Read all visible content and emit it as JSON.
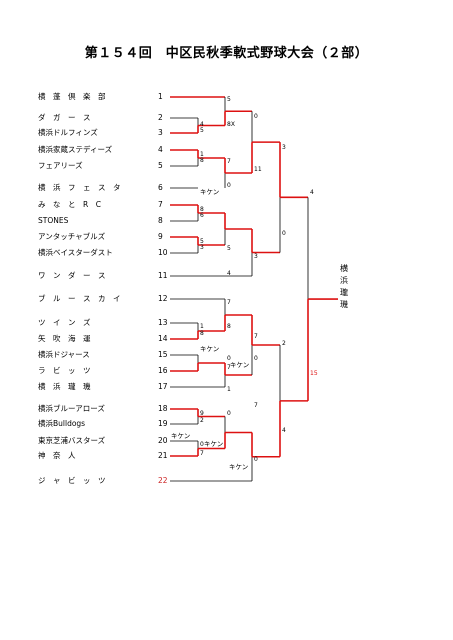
{
  "title": "第１５４回　中区民秋季軟式野球大会（２部）",
  "champion": "横浜瓏璣",
  "colors": {
    "line": "#000000",
    "winner": "#dd1111"
  },
  "teams": [
    {
      "seed": "1",
      "name": "横　蓬　倶　楽　部"
    },
    {
      "seed": "2",
      "name": "ダ　ガ　ー　ス"
    },
    {
      "seed": "3",
      "name": "横浜ドルフィンズ"
    },
    {
      "seed": "4",
      "name": "横浜家蔵ステディーズ"
    },
    {
      "seed": "5",
      "name": "フェアリーズ"
    },
    {
      "seed": "6",
      "name": "横　浜　フ　ェ　ス　タ"
    },
    {
      "seed": "7",
      "name": "み　な　と　R　C"
    },
    {
      "seed": "8",
      "name": "STONES"
    },
    {
      "seed": "9",
      "name": "アンタッチャブルズ"
    },
    {
      "seed": "10",
      "name": "横浜ベイスターダスト"
    },
    {
      "seed": "11",
      "name": "ワ　ン　ダ　ー　ス"
    },
    {
      "seed": "12",
      "name": "ブ　ル　ー　ス　カ　イ"
    },
    {
      "seed": "13",
      "name": "ツ　イ　ン　ズ"
    },
    {
      "seed": "14",
      "name": "矢　吹　海　運"
    },
    {
      "seed": "15",
      "name": "横浜ドジャース"
    },
    {
      "seed": "16",
      "name": "ラ　ビ　ッ　ツ"
    },
    {
      "seed": "17",
      "name": "横　浜　瓏　璣"
    },
    {
      "seed": "18",
      "name": "横浜ブルーアローズ"
    },
    {
      "seed": "19",
      "name": "横浜Bulldogs"
    },
    {
      "seed": "20",
      "name": "東京芝浦バスターズ"
    },
    {
      "seed": "21",
      "name": "神　奈　人"
    },
    {
      "seed": "22",
      "name": "ジ　ャ　ビ　ッ　ツ"
    }
  ],
  "scores": [
    {
      "id": "r1-1-top",
      "text": "5"
    },
    {
      "id": "r1-2-a",
      "text": "4"
    },
    {
      "id": "r1-2-b",
      "text": "5"
    },
    {
      "id": "r1-2-x",
      "text": "8X"
    },
    {
      "id": "r2-1-top",
      "text": "0"
    },
    {
      "id": "r1-3-a",
      "text": "1"
    },
    {
      "id": "r1-3-b",
      "text": "8"
    },
    {
      "id": "r1-4-a",
      "text": "7"
    },
    {
      "id": "r1-4-b",
      "text": "0"
    },
    {
      "id": "r2-2-b",
      "text": "11"
    },
    {
      "id": "r3-1-a",
      "text": "3"
    },
    {
      "id": "r1-5-a",
      "text": "8"
    },
    {
      "id": "r1-5-b",
      "text": "6"
    },
    {
      "id": "r1-6-a",
      "text": "5"
    },
    {
      "id": "r1-6-b",
      "text": "3"
    },
    {
      "id": "r2-3-a",
      "text": "5"
    },
    {
      "id": "r2-3-b",
      "text": "3"
    },
    {
      "id": "r1-7-b",
      "text": "4"
    },
    {
      "id": "r3-1-b",
      "text": "0"
    },
    {
      "id": "final-a",
      "text": "4"
    },
    {
      "id": "r2-4-a",
      "text": "7"
    },
    {
      "id": "r1-8-a",
      "text": "1"
    },
    {
      "id": "r1-8-b",
      "text": "8"
    },
    {
      "id": "r2-4-b",
      "text": "8"
    },
    {
      "id": "r3-2-a",
      "text": "7"
    },
    {
      "id": "r1-9-a",
      "text": "0"
    },
    {
      "id": "r1-9-b",
      "text": "7"
    },
    {
      "id": "r2-5-b",
      "text": "0"
    },
    {
      "id": "r4-1-a",
      "text": "2"
    },
    {
      "id": "r2-6-a",
      "text": "1"
    },
    {
      "id": "r1-10-a",
      "text": "9"
    },
    {
      "id": "r1-10-b",
      "text": "2"
    },
    {
      "id": "r2-6-b",
      "text": "0"
    },
    {
      "id": "r3-3-a",
      "text": "7"
    },
    {
      "id": "r1-11-a",
      "text": "0"
    },
    {
      "id": "r1-11-b",
      "text": "7"
    },
    {
      "id": "r3-3-b",
      "text": "0"
    },
    {
      "id": "r4-1-b",
      "text": "4"
    },
    {
      "id": "final-b",
      "text": "15"
    }
  ],
  "notes": [
    {
      "id": "forfeit-6",
      "text": "キケン"
    },
    {
      "id": "forfeit-15",
      "text": "キケン"
    },
    {
      "id": "forfeit-16",
      "text": "キケン"
    },
    {
      "id": "forfeit-20",
      "text": "キケン"
    },
    {
      "id": "forfeit-21",
      "text": "キケン"
    },
    {
      "id": "forfeit-22",
      "text": "キケン"
    }
  ]
}
